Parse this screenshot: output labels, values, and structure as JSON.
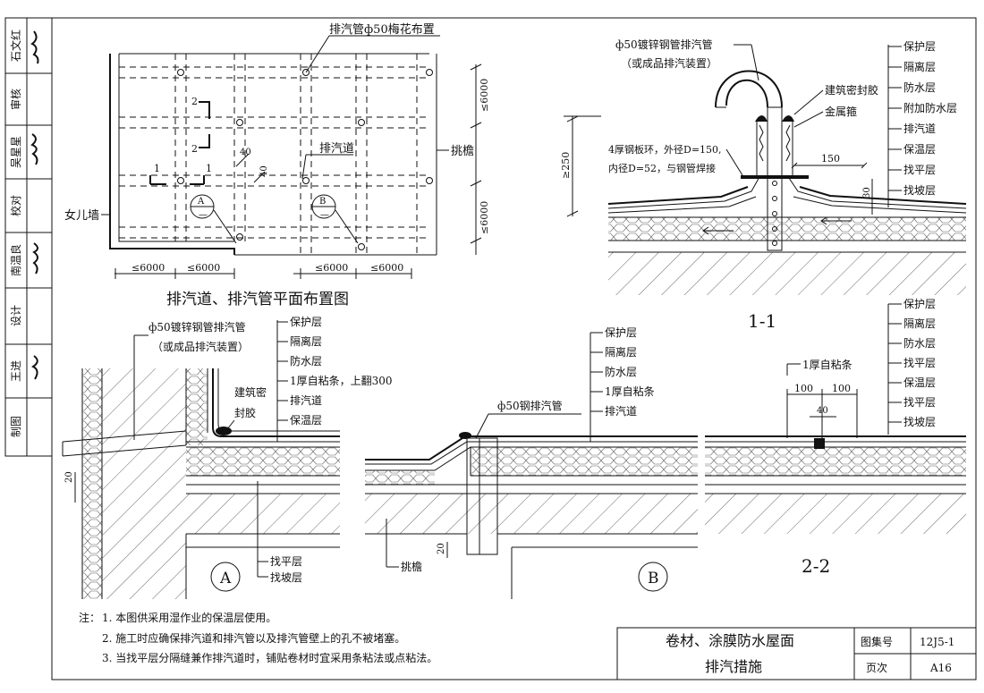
{
  "sidebar": {
    "signoffs": [
      {
        "role": "制图",
        "name": ""
      },
      {
        "role": "王进",
        "name": "王进"
      },
      {
        "role": "设计",
        "name": ""
      },
      {
        "role": "南温良",
        "name": "南温良"
      },
      {
        "role": "校对",
        "name": ""
      },
      {
        "role": "吴星星",
        "name": "吴星星"
      },
      {
        "role": "审核",
        "name": ""
      },
      {
        "role": "石文红",
        "name": "石文红"
      }
    ]
  },
  "plan": {
    "title": "排汽道、排汽管平面布置图",
    "label_vent_pipe": "排汽管ф50梅花布置",
    "label_vent_channel": "排汽道",
    "label_eave": "挑檐",
    "label_parapet": "女儿墙",
    "dim_spacing": "≤6000",
    "dim_40a": "40",
    "dim_40b": "40",
    "section_mark_1": "1",
    "section_mark_2": "2",
    "detail_A": "A",
    "detail_B": "B"
  },
  "section_1_1": {
    "title": "1-1",
    "pipe_label_1": "ф50镀锌钢管排汽管",
    "pipe_label_2": "（或成品排汽装置）",
    "sealant": "建筑密封胶",
    "metal_hoop": "金属箍",
    "ring_label_1": "4厚钢板环，外径D=150,",
    "ring_label_2": "内径D=52，与钢管焊接",
    "dim_250": "≥250",
    "dim_150": "150",
    "dim_30": "30",
    "layers": [
      "保护层",
      "隔离层",
      "防水层",
      "附加防水层",
      "排汽道",
      "保温层",
      "找平层",
      "找坡层"
    ]
  },
  "detail_A": {
    "mark": "A",
    "pipe_label_1": "ф50镀锌钢管排汽管",
    "pipe_label_2": "（或成品排汽装置）",
    "sealant_1": "建筑密",
    "sealant_2": "封胶",
    "layers": [
      "保护层",
      "隔离层",
      "防水层",
      "1厚自粘条，上翻300",
      "排汽道",
      "保温层"
    ],
    "bottom_layers": [
      "找平层",
      "找坡层"
    ],
    "dim_20": "20"
  },
  "detail_B": {
    "mark": "B",
    "pipe_label": "ф50钢排汽管",
    "layers": [
      "保护层",
      "隔离层",
      "防水层",
      "1厚自粘条",
      "排汽道"
    ],
    "eave": "挑檐",
    "dim_20": "20"
  },
  "section_2_2": {
    "title": "2-2",
    "strip_label": "1厚自粘条",
    "dim_100a": "100",
    "dim_100b": "100",
    "dim_40": "40",
    "layers": [
      "保护层",
      "隔离层",
      "防水层",
      "找平层",
      "保温层",
      "找平层",
      "找坡层"
    ]
  },
  "notes": {
    "prefix": "注：",
    "items": [
      "1. 本图供采用湿作业的保温层使用。",
      "2. 施工时应确保排汽道和排汽管以及排汽管壁上的孔不被堵塞。",
      "3. 当找平层分隔缝兼作排汽道时，铺贴卷材时宜采用条粘法或点粘法。"
    ]
  },
  "titleblock": {
    "title_line1": "卷材、涂膜防水屋面",
    "title_line2": "排汽措施",
    "atlas_label": "图集号",
    "atlas_value": "12J5-1",
    "page_label": "页次",
    "page_value": "A16"
  }
}
